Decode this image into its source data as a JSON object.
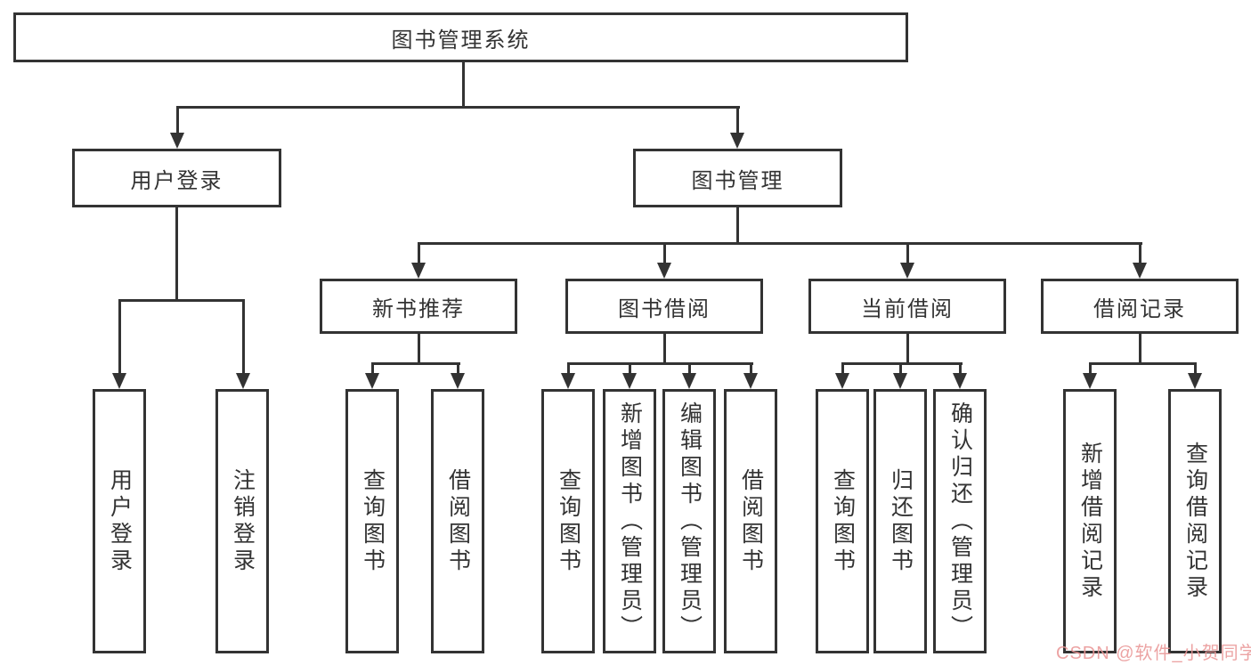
{
  "diagram": {
    "root": {
      "label": "图书管理系统"
    },
    "branches": [
      {
        "label": "用户登录",
        "leaves": [
          "用户登录",
          "注销登录"
        ]
      },
      {
        "label": "图书管理",
        "sections": [
          {
            "label": "新书推荐",
            "leaves": [
              "查询图书",
              "借阅图书"
            ]
          },
          {
            "label": "图书借阅",
            "leaves": [
              "查询图书",
              "新增图书（管理员）",
              "编辑图书（管理员）",
              "借阅图书"
            ]
          },
          {
            "label": "当前借阅",
            "leaves": [
              "查询图书",
              "归还图书",
              "确认归还（管理员）"
            ]
          },
          {
            "label": "借阅记录",
            "leaves": [
              "新增借阅记录",
              "查询借阅记录"
            ]
          }
        ]
      }
    ],
    "line_color": "#333333"
  },
  "watermark": {
    "text": "CSDN @软件_小贺同学",
    "color": "#E99696"
  }
}
